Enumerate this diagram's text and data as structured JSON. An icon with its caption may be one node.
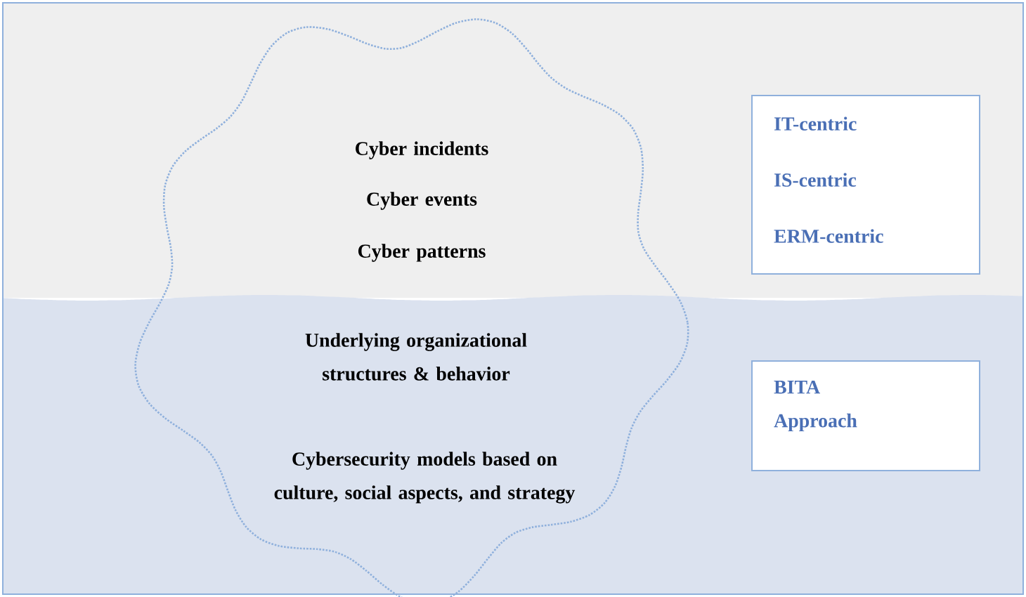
{
  "diagram": {
    "nodes": [
      {
        "text": [
          "Cyber incidents",
          "Cyber events",
          "Cyber patterns",
          "Underlying organizational structures & behavior",
          "Cybersecurity models based on culture, social aspects, and strategy"
        ]
      },
      {
        "text": [
          "IT-centric",
          "IS-centric",
          "ERM-centric"
        ]
      },
      {
        "text": [
          "BITA Approach"
        ]
      }
    ]
  }
}
